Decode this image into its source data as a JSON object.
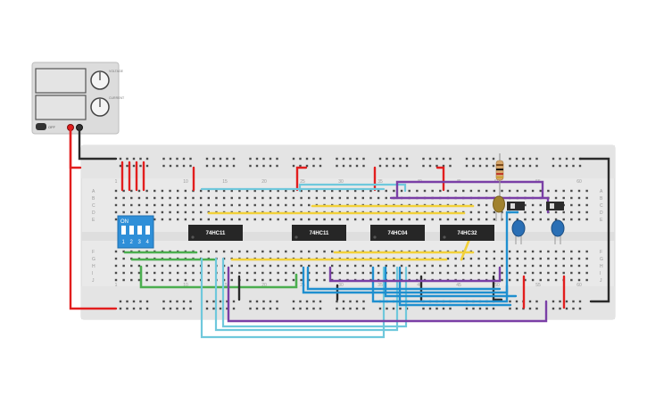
{
  "power_supply": {
    "knob_labels": [
      "VOLTAGE",
      "CURRENT"
    ],
    "button_label": "OFF",
    "display_values": [
      "",
      ""
    ]
  },
  "breadboard": {
    "column_numbers": [
      "1",
      "10",
      "15",
      "20",
      "25",
      "30",
      "35",
      "40",
      "45",
      "50",
      "55",
      "60"
    ],
    "row_letters_top": [
      "A",
      "B",
      "C",
      "D",
      "E"
    ],
    "row_letters_bottom": [
      "F",
      "G",
      "H",
      "I",
      "J"
    ]
  },
  "dip_switch": {
    "header": "ON",
    "numbers": [
      "1",
      "2",
      "3",
      "4"
    ]
  },
  "chips": [
    "74HC11",
    "74HC11",
    "74HC04",
    "74HC32"
  ],
  "colors": {
    "board": "#e9e9e9",
    "wire_red": "#e21e1e",
    "wire_black": "#2a2a2a",
    "wire_cyan": "#5bbfd6",
    "wire_blue": "#1f8fcf",
    "wire_purple": "#7a3fa6",
    "wire_green": "#4bae4f",
    "wire_yellow": "#f2d13a",
    "chip": "#262626",
    "switch": "#2f8fd8",
    "led": "#2a6fb5"
  }
}
